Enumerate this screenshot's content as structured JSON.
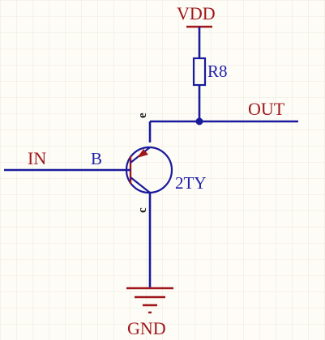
{
  "colors": {
    "wire": "#1a1a9c",
    "symbol_red": "#a0171b",
    "net_label": "#a0171b",
    "component_label": "#1f1fa8",
    "grid": "#ece8dc",
    "background": "#fdfcf6"
  },
  "nets": {
    "vdd": "VDD",
    "out": "OUT",
    "in": "IN",
    "gnd": "GND"
  },
  "resistor": {
    "designator": "R8"
  },
  "transistor": {
    "designator": "2TY",
    "pin_base": "B",
    "pin_emitter": "e",
    "pin_collector": "c"
  }
}
